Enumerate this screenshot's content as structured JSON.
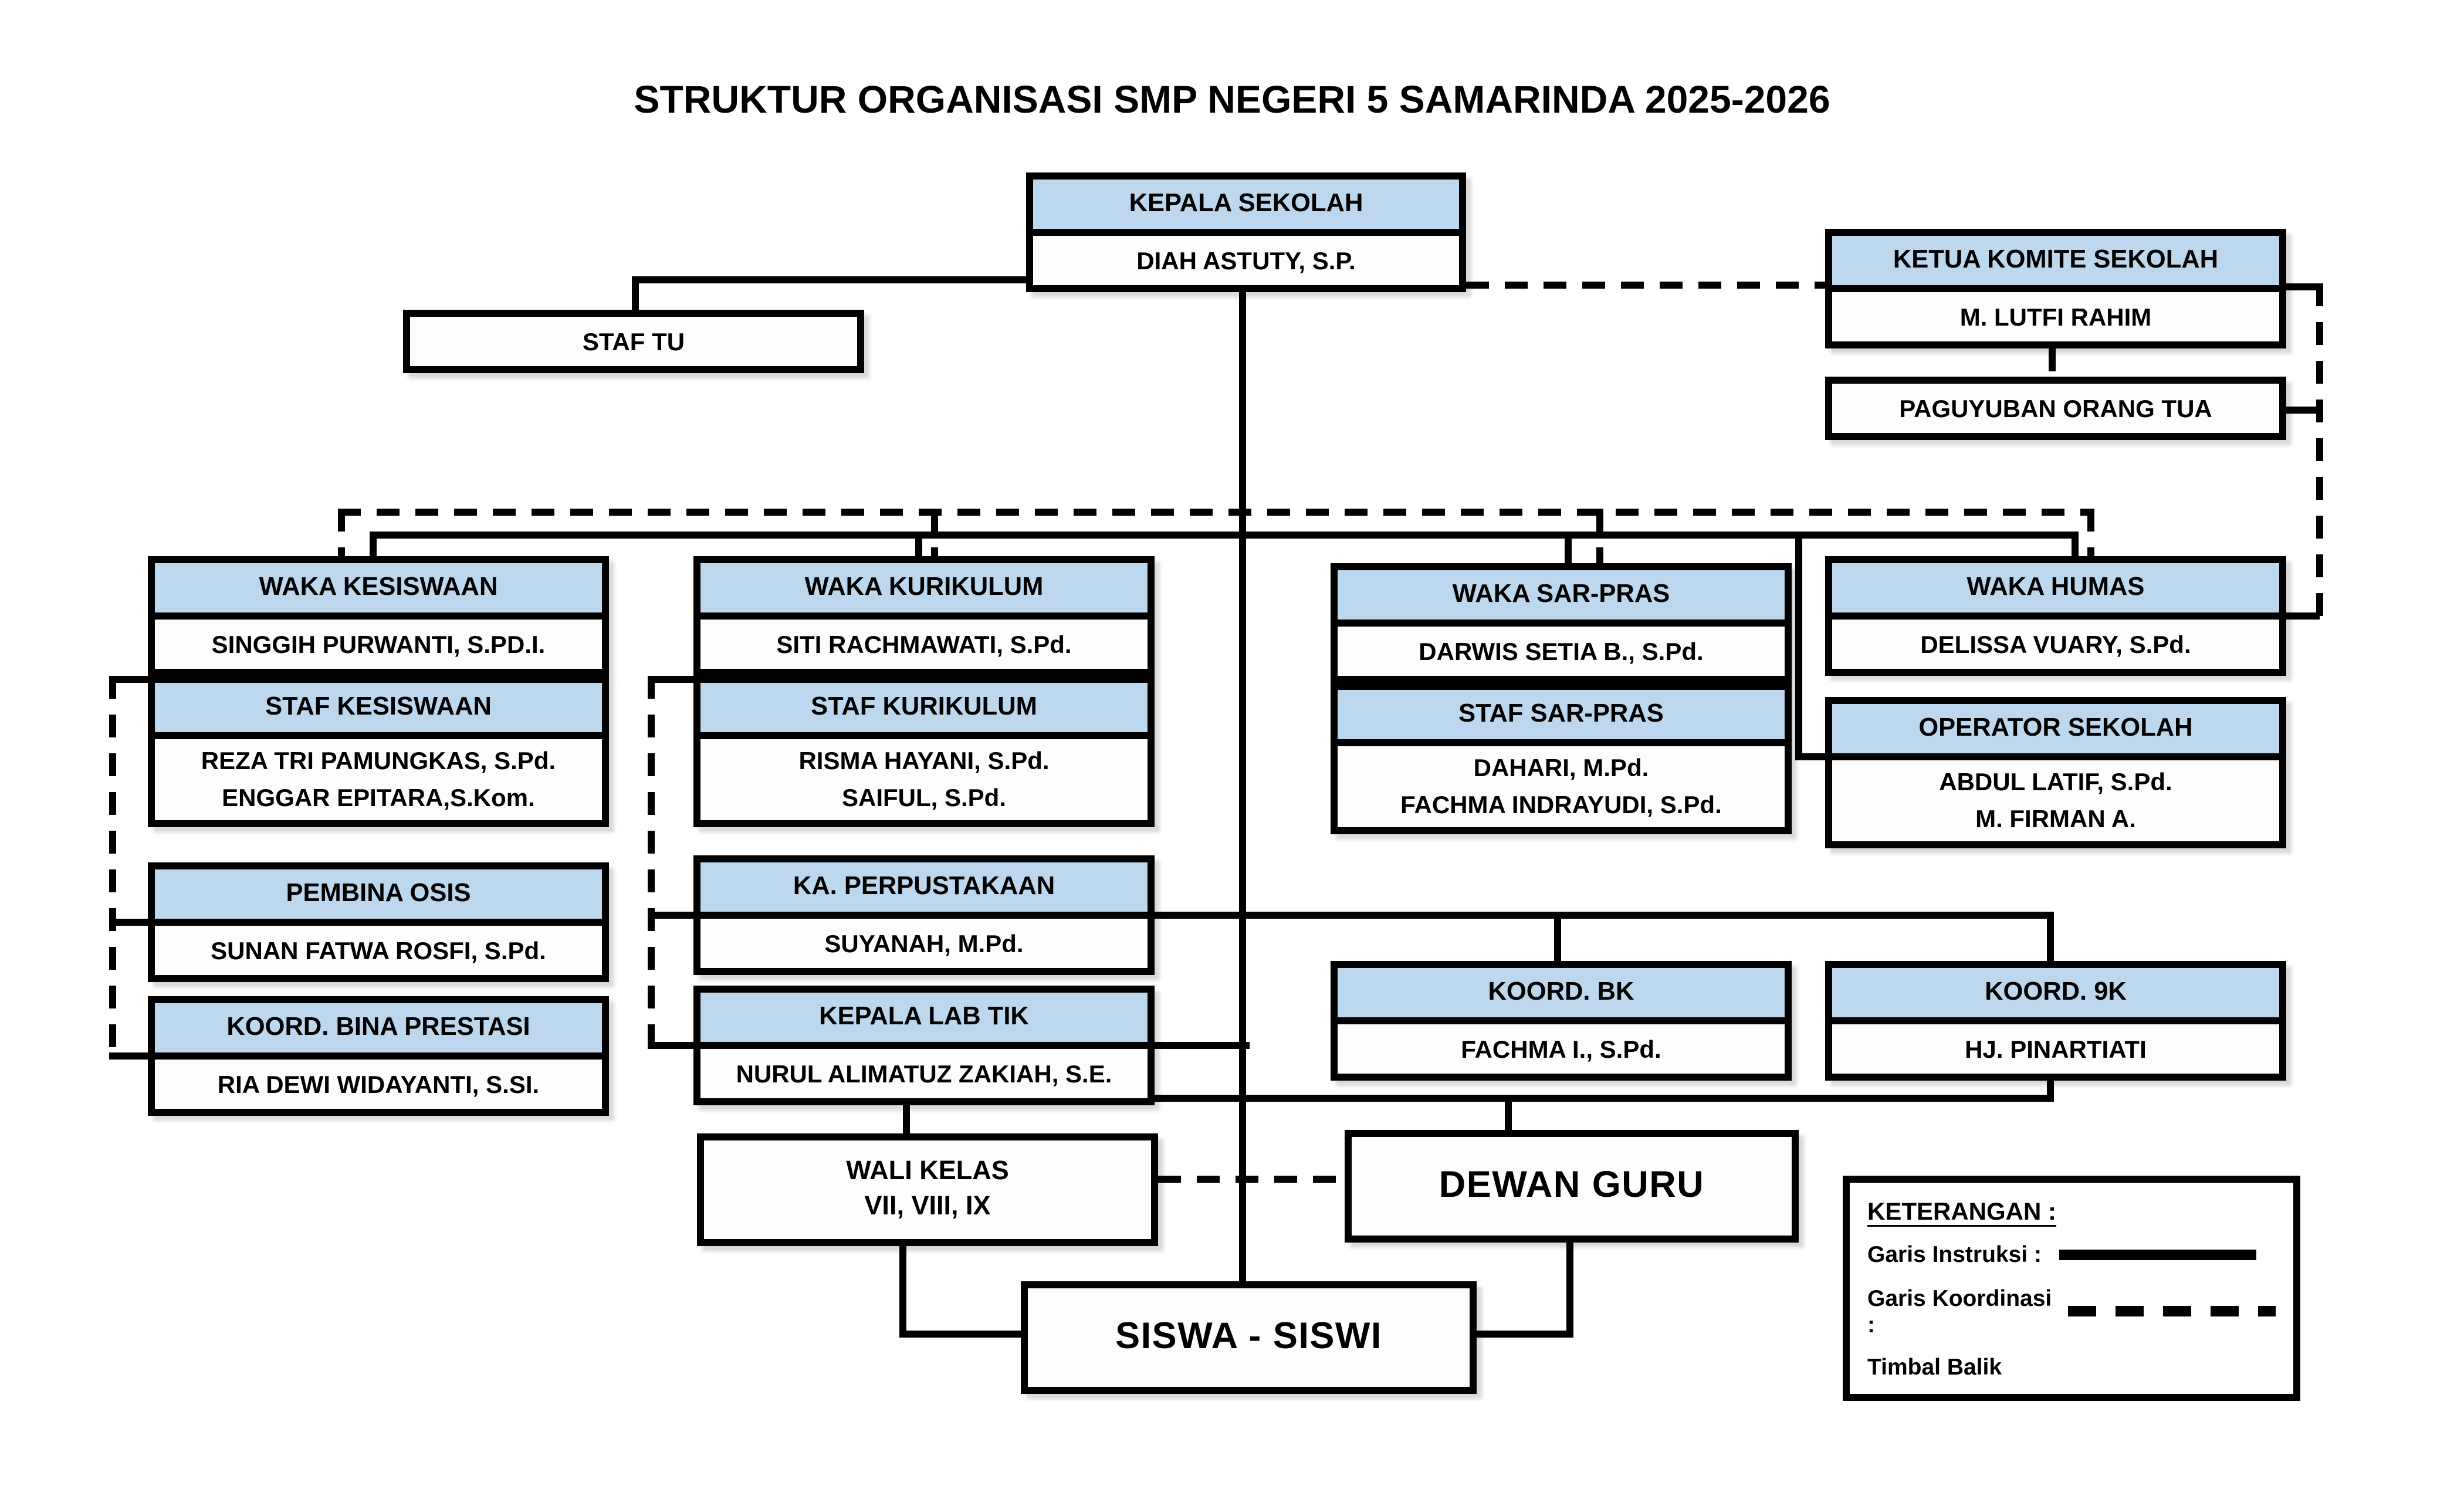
{
  "title": "STRUKTUR ORGANISASI SMP NEGERI 5 SAMARINDA 2025-2026",
  "nodes": {
    "kepala_sekolah": {
      "title": "KEPALA SEKOLAH",
      "person": "DIAH ASTUTY, S.P."
    },
    "staf_tu": {
      "title": "STAF TU"
    },
    "ketua_komite": {
      "title": "KETUA KOMITE SEKOLAH",
      "person": "M. LUTFI RAHIM"
    },
    "paguyuban": {
      "title": "PAGUYUBAN ORANG TUA"
    },
    "waka_kesiswaan": {
      "title": "WAKA KESISWAAN",
      "person": "SINGGIH PURWANTI, S.PD.I."
    },
    "staf_kesiswaan": {
      "title": "STAF KESISWAAN",
      "person": "REZA TRI PAMUNGKAS, S.Pd.\nENGGAR EPITARA,S.Kom."
    },
    "pembina_osis": {
      "title": "PEMBINA OSIS",
      "person": "SUNAN FATWA ROSFI, S.Pd."
    },
    "koord_bina_prestasi": {
      "title": "KOORD. BINA PRESTASI",
      "person": "RIA DEWI WIDAYANTI, S.SI."
    },
    "waka_kurikulum": {
      "title": "WAKA KURIKULUM",
      "person": "SITI RACHMAWATI, S.Pd."
    },
    "staf_kurikulum": {
      "title": "STAF KURIKULUM",
      "person": "RISMA HAYANI, S.Pd.\nSAIFUL, S.Pd."
    },
    "ka_perpustakaan": {
      "title": "KA. PERPUSTAKAAN",
      "person": "SUYANAH, M.Pd."
    },
    "kepala_lab_tik": {
      "title": "KEPALA LAB TIK",
      "person": "NURUL ALIMATUZ ZAKIAH, S.E."
    },
    "waka_sar_pras": {
      "title": "WAKA SAR-PRAS",
      "person": "DARWIS SETIA B., S.Pd."
    },
    "staf_sar_pras": {
      "title": "STAF SAR-PRAS",
      "person": "DAHARI, M.Pd.\nFACHMA INDRAYUDI, S.Pd."
    },
    "waka_humas": {
      "title": "WAKA HUMAS",
      "person": "DELISSA VUARY, S.Pd."
    },
    "operator_sekolah": {
      "title": "OPERATOR SEKOLAH",
      "person": "ABDUL LATIF, S.Pd.\nM. FIRMAN A."
    },
    "koord_bk": {
      "title": "KOORD. BK",
      "person": "FACHMA I., S.Pd."
    },
    "koord_9k": {
      "title": "KOORD. 9K",
      "person": "HJ. PINARTIATI"
    },
    "wali_kelas": {
      "title": "WALI KELAS\nVII, VIII, IX"
    },
    "dewan_guru": {
      "title": "DEWAN GURU"
    },
    "siswa_siswi": {
      "title": "SISWA - SISWI"
    }
  },
  "legend": {
    "heading": "KETERANGAN :",
    "instruksi_label": "Garis Instruksi :",
    "koordinasi_label": "Garis Koordinasi :",
    "timbal_label": "Timbal Balik"
  },
  "colors": {
    "header_fill": "#BDD7EE",
    "line": "#000000",
    "background": "#FFFFFF"
  }
}
